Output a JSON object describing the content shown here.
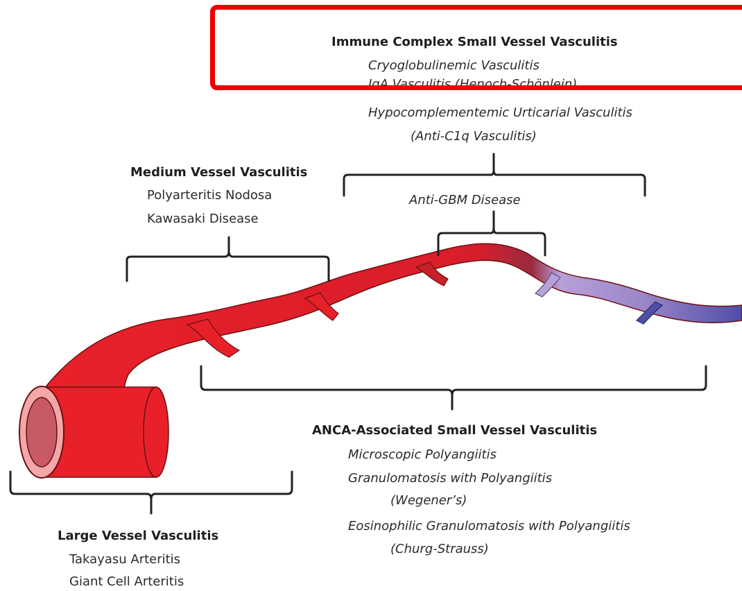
{
  "immune_complex": {
    "heading": "Immune Complex  Small Vessel Vasculitis",
    "items": [
      "Cryoglobulinemic Vasculitis",
      "IgA Vasculitis (Henoch-Schönlein)",
      "Hypocomplementemic Urticarial Vasculitis",
      "(Anti-C1q Vasculitis)"
    ]
  },
  "anti_gbm": {
    "label": "Anti-GBM Disease"
  },
  "medium_vessel": {
    "heading": "Medium Vessel Vasculitis",
    "items": [
      "Polyarteritis Nodosa",
      "Kawasaki Disease"
    ]
  },
  "anca": {
    "heading": "ANCA-Associated Small Vessel Vasculitis",
    "items": [
      "Microscopic Polyangiitis",
      "Granulomatosis with Polyangiitis",
      "(Wegener’s)",
      "Eosinophilic Granulomatosis with Polyangiitis",
      "(Churg-Strauss)"
    ]
  },
  "large_vessel": {
    "heading": "Large Vessel Vasculitis",
    "items": [
      "Takayasu Arteritis",
      "Giant Cell Arteritis"
    ]
  },
  "colors": {
    "artery": "#e8202a",
    "vein_light": "#b59ad3",
    "vein_dark": "#5551a8",
    "highlight": "#ee0000"
  }
}
